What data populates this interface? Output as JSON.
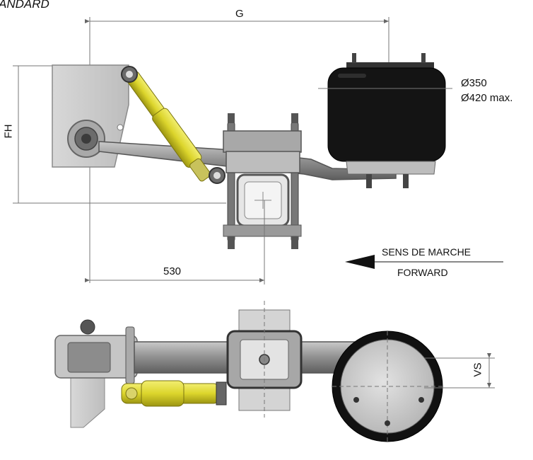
{
  "title": "ANDARD",
  "dimensions": {
    "overall_length": "G",
    "frame_height": "FH",
    "air_spring_diameter": "Ø350",
    "air_spring_max_diameter": "Ø420 max.",
    "pivot_to_axle": "530",
    "axle_offset": "VS"
  },
  "direction": {
    "french": "SENS DE MARCHE",
    "english": "FORWARD"
  },
  "colors": {
    "shock_absorber": "#e3df3a",
    "air_bag": "#141414",
    "steel": "#9a9a9a",
    "dimension_line": "#666666"
  }
}
